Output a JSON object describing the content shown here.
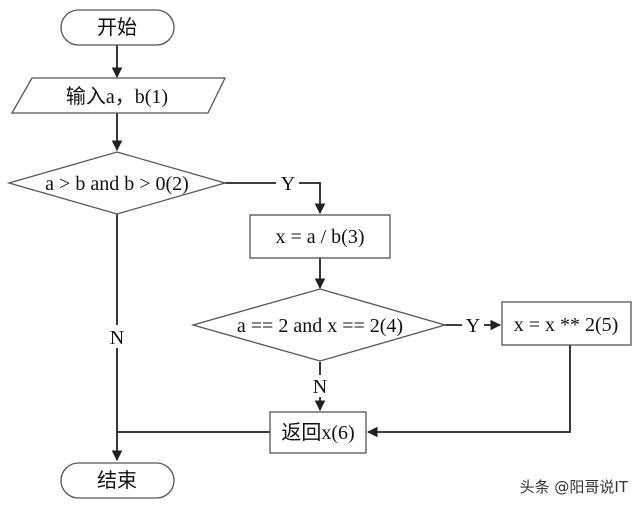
{
  "nodes": {
    "start": "开始",
    "input": "输入a，b(1)",
    "cond1": "a > b and b > 0(2)",
    "assign": "x = a / b(3)",
    "cond2": "a == 2 and x == 2(4)",
    "square": "x = x ** 2(5)",
    "ret": "返回x(6)",
    "end": "结束"
  },
  "branch_labels": {
    "cond1_yes": "Y",
    "cond1_no": "N",
    "cond2_yes": "Y",
    "cond2_no": "N"
  },
  "watermark": "头条 @阳哥说IT"
}
